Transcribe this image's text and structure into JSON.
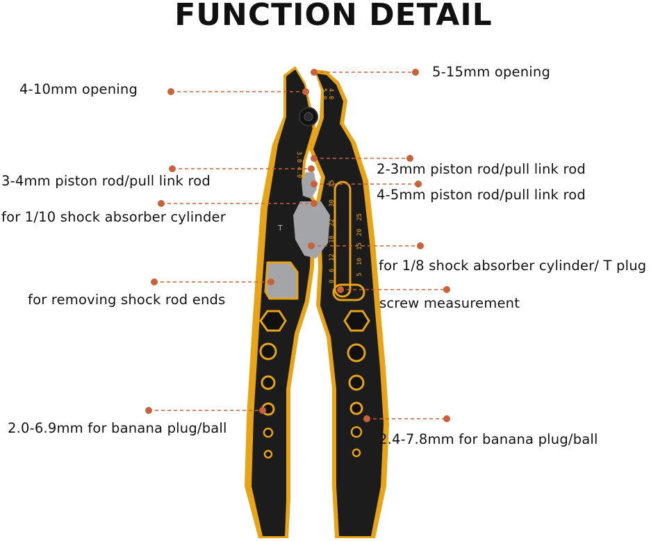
{
  "title": "FUNCTION DETAIL",
  "colors": {
    "accent": "#c8623a",
    "tool_body": "#1c1c1c",
    "tool_edge": "#e8a418",
    "insert": "#a3a5a8"
  },
  "labels": {
    "opening_4_10": "4-10mm opening",
    "opening_5_15": "5-15mm opening",
    "rod_2_3": "2-3mm piston rod/pull link rod",
    "rod_3_4": "3-4mm piston rod/pull link rod",
    "rod_4_5": "4-5mm piston rod/pull link rod",
    "shock_1_10": "for 1/10 shock absorber cylinder",
    "shock_1_8": "for 1/8 shock absorber cylinder/ T plug",
    "rod_ends": "for removing shock rod ends",
    "screw": "screw measurement",
    "banana_left": "2.0-6.9mm for banana plug/ball",
    "banana_right": "2.4-7.8mm for banana plug/ball"
  },
  "tool_markings": {
    "jaw_5": "5.0",
    "jaw_4": "4.0",
    "sizes_3_0": "3.0",
    "sizes_4_0": "4.0",
    "t_mark": "T",
    "left_scale": [
      "35",
      "30",
      "22",
      "18",
      "12",
      "6",
      "0"
    ],
    "right_scale": [
      "25",
      "20",
      "15",
      "10",
      "5"
    ]
  }
}
